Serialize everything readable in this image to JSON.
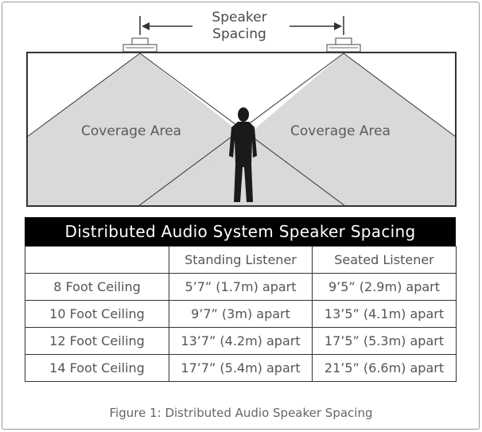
{
  "diagram": {
    "spacing_label_line1": "Speaker",
    "spacing_label_line2": "Spacing",
    "coverage_left": "Coverage Area",
    "coverage_right": "Coverage Area",
    "icons": [
      "speaker-icon",
      "speaker-icon",
      "person-silhouette-icon",
      "arrow-left-icon",
      "arrow-right-icon"
    ],
    "colors": {
      "coverage_fill": "#d9d9d9",
      "outline": "#333333",
      "person": "#1a1a1a"
    }
  },
  "table": {
    "title": "Distributed Audio System Speaker Spacing",
    "headers": [
      "",
      "Standing Listener",
      "Seated Listener"
    ],
    "rows": [
      [
        "8 Foot Ceiling",
        "5’7” (1.7m) apart",
        "9’5” (2.9m) apart"
      ],
      [
        "10 Foot Ceiling",
        "9’7” (3m) apart",
        "13’5” (4.1m) apart"
      ],
      [
        "12 Foot Ceiling",
        "13’7” (4.2m) apart",
        "17’5” (5.3m) apart"
      ],
      [
        "14 Foot Ceiling",
        "17’7” (5.4m) apart",
        "21’5” (6.6m) apart"
      ]
    ]
  },
  "caption": "Figure 1: Distributed Audio Speaker Spacing"
}
